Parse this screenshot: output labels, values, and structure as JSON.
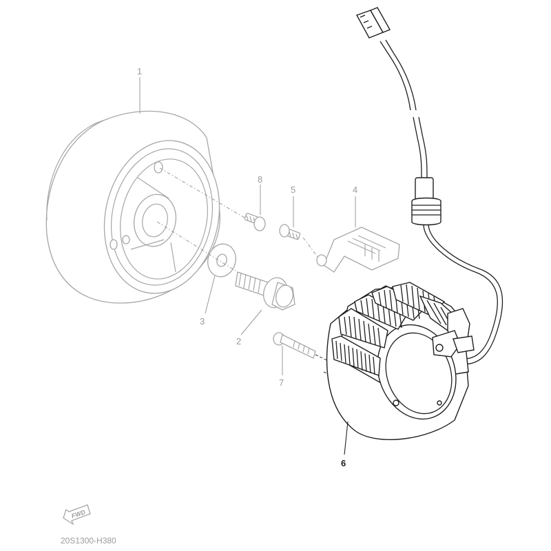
{
  "callouts": {
    "c1": "1",
    "c2": "2",
    "c3": "3",
    "c4": "4",
    "c5": "5",
    "c6": "6",
    "c7": "7",
    "c8": "8"
  },
  "fwd_label": "FWD",
  "drawing_code": "20S1300-H380"
}
